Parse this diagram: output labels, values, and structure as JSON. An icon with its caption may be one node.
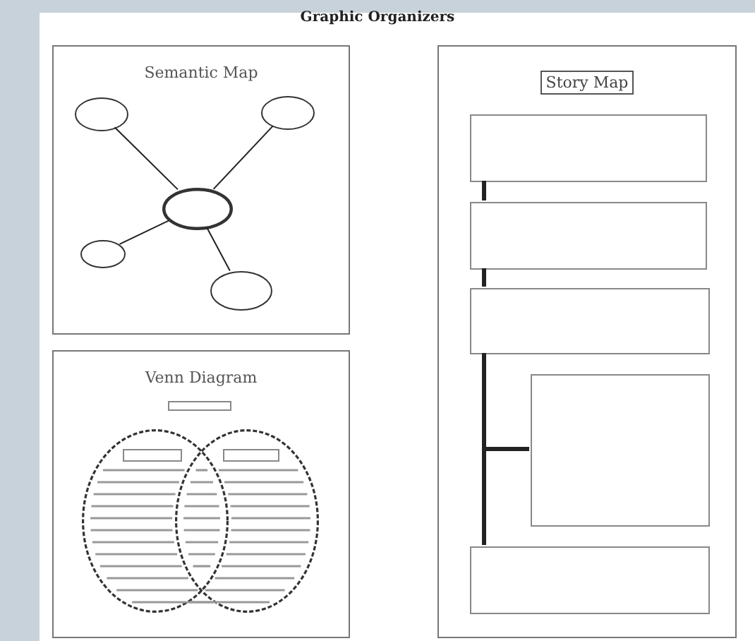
{
  "diagram": {
    "title": "Graphic Organizers",
    "nodes": [
      {
        "text": [
          "Semantic Map"
        ]
      },
      {
        "text": [],
        "shape": "ellipse",
        "in": 0
      },
      {
        "text": [],
        "shape": "ellipse",
        "in": 0
      },
      {
        "text": [],
        "shape": "ellipse",
        "in": 0
      },
      {
        "text": [],
        "shape": "ellipse",
        "in": 0
      },
      {
        "text": [],
        "shape": "ellipse",
        "in": 0
      },
      {
        "text": [
          "Venn Diagram"
        ]
      },
      {
        "text": [],
        "shape": "box",
        "in": 6
      },
      {
        "text": [],
        "shape": "ellipse",
        "in": 6
      },
      {
        "text": [],
        "shape": "ellipse",
        "in": 6
      },
      {
        "text": [],
        "shape": "box",
        "in": 8
      },
      {
        "text": [],
        "shape": "box",
        "in": 9
      },
      {
        "text": [
          "Story Map"
        ]
      },
      {
        "text": [],
        "shape": "box",
        "in": 12
      },
      {
        "text": [],
        "shape": "box",
        "in": 12
      },
      {
        "text": [],
        "shape": "box",
        "in": 12
      },
      {
        "text": [],
        "shape": "box",
        "in": 12
      },
      {
        "text": [],
        "shape": "box",
        "in": 12
      }
    ],
    "edges": [
      {
        "from": 3,
        "to": 1,
        "arrow": "none"
      },
      {
        "from": 3,
        "to": 2,
        "arrow": "none"
      },
      {
        "from": 3,
        "to": 4,
        "arrow": "none"
      },
      {
        "from": 3,
        "to": 5,
        "arrow": "none"
      },
      {
        "from": 13,
        "to": 14,
        "arrow": "none",
        "style": "thick"
      },
      {
        "from": 14,
        "to": 15,
        "arrow": "none",
        "style": "thick"
      },
      {
        "from": 15,
        "to": 16,
        "arrow": "none",
        "style": "thick"
      },
      {
        "from": 15,
        "to": 17,
        "arrow": "none",
        "style": "thick"
      }
    ]
  }
}
